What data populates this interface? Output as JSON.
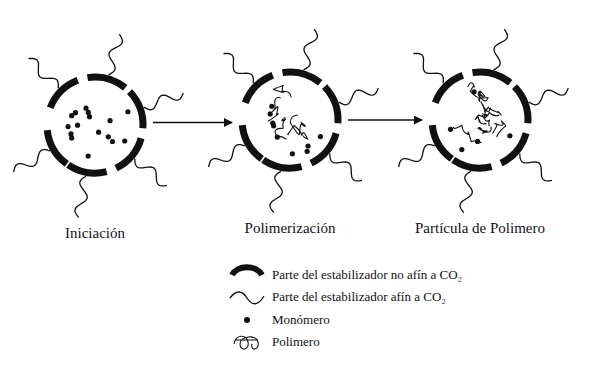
{
  "diagram": {
    "nodes": [
      {
        "text": [
          "Iniciación"
        ]
      },
      {
        "text": [
          "Polimerización"
        ]
      },
      {
        "text": [
          "Partícula de Polimero"
        ]
      }
    ],
    "edges": [
      {
        "from": 0,
        "to": 1,
        "arrow": "to"
      },
      {
        "from": 1,
        "to": 2,
        "arrow": "to"
      }
    ],
    "legend": [
      {
        "text": "Parte del estabilizador no afín a CO₂"
      },
      {
        "text": "Parte del estabilizador afín a CO₂"
      },
      {
        "text": "Monómero"
      },
      {
        "text": "Polimero"
      }
    ]
  }
}
